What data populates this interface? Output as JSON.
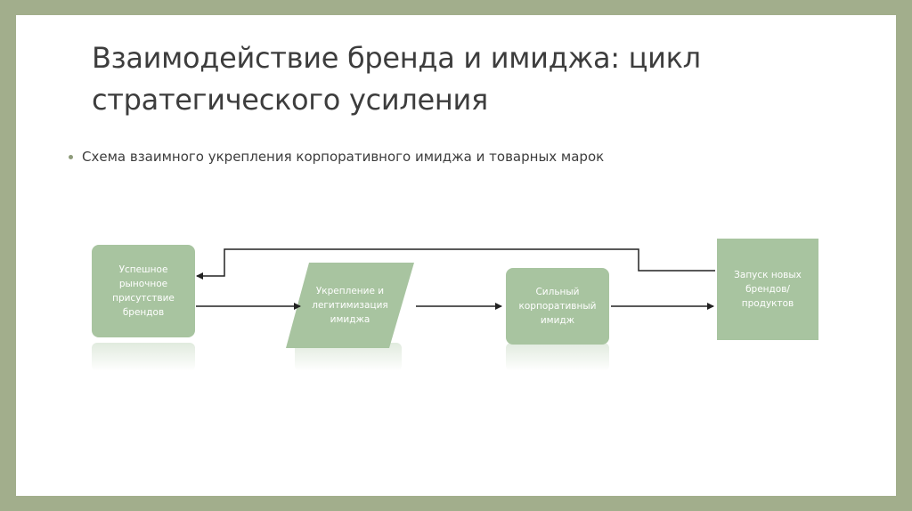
{
  "slide": {
    "title": "Взаимодействие бренда и имиджа: цикл стратегического усиления",
    "bullet": "Схема взаимного укрепления корпоративного имиджа и товарных марок"
  },
  "diagram": {
    "node_color": "#a8c4a0",
    "nodes": [
      {
        "label": "Успешное рыночное присутствие брендов",
        "shape": "rounded-rectangle"
      },
      {
        "label": "Укрепление и легитимизация имиджа",
        "shape": "parallelogram"
      },
      {
        "label": "Сильный корпоративный имидж",
        "shape": "rounded-rectangle"
      },
      {
        "label": "Запуск новых брендов/ продуктов",
        "shape": "rectangle"
      }
    ]
  }
}
